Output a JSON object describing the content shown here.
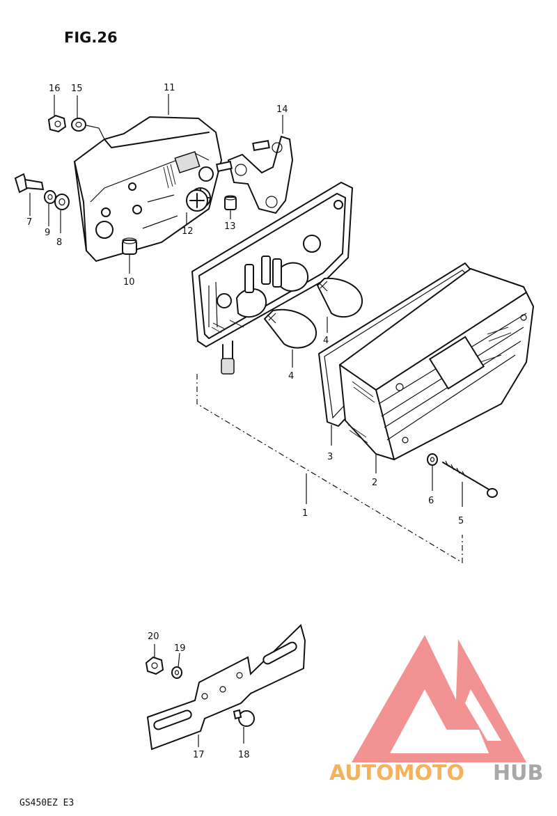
{
  "figure_title": "FIG.26",
  "model_code": "GS450EZ E3",
  "watermark": {
    "text_orange": "AUTOMOTO",
    "text_gray": "HUB",
    "color_orange": "#f4b25c",
    "color_gray": "#a8a8a8",
    "logo_color": "#f08080"
  },
  "callouts": {
    "c1": "1",
    "c2": "2",
    "c3": "3",
    "c4a": "4",
    "c4b": "4",
    "c5": "5",
    "c6": "6",
    "c7": "7",
    "c8": "8",
    "c9": "9",
    "c10": "10",
    "c11": "11",
    "c12": "12",
    "c13": "13",
    "c14": "14",
    "c15": "15",
    "c16": "16",
    "c17": "17",
    "c18": "18",
    "c19": "19",
    "c20": "20"
  }
}
